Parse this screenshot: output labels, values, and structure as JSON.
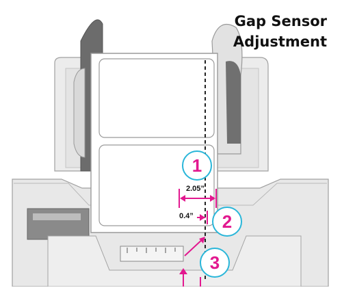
{
  "title": {
    "line1": "Gap Sensor",
    "line2": "Adjustment"
  },
  "dimensions": {
    "label_width_offset": "2.05”",
    "sensor_offset": "0.4”"
  },
  "callouts": [
    "1",
    "2",
    "3"
  ],
  "colors": {
    "accent_magenta": "#e2188f",
    "callout_ring": "#29b6d9",
    "printer_gray": "#e6e6e6",
    "outline_gray": "#9a9a9a",
    "label_white": "#ffffff"
  }
}
